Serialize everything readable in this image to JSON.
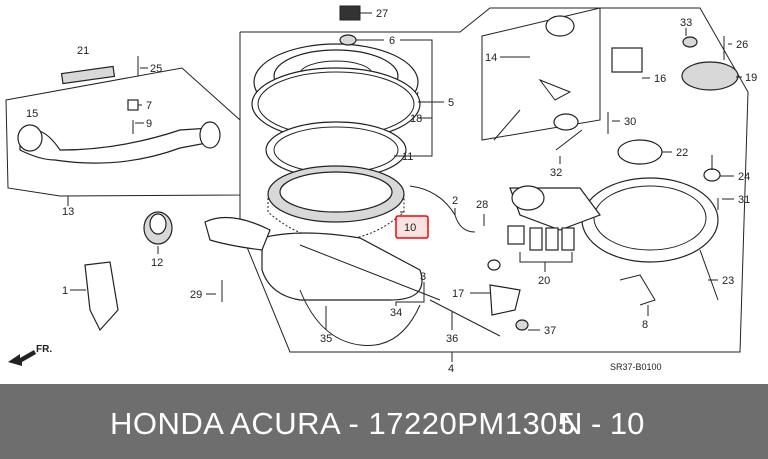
{
  "footer": {
    "part_text": "HONDA ACURA - 17220PM1305",
    "ref_text": "N - 10",
    "bg_color": "#6e6e6e"
  },
  "diagram": {
    "code": "SR37-B0100",
    "direction_label": "FR.",
    "highlight_color": "#ff0000",
    "callouts": [
      "27",
      "6",
      "5",
      "18",
      "11",
      "10",
      "2",
      "28",
      "21",
      "25",
      "7",
      "9",
      "15",
      "13",
      "12",
      "1",
      "29",
      "3",
      "34",
      "35",
      "36",
      "4",
      "17",
      "37",
      "20",
      "14",
      "16",
      "30",
      "32",
      "33",
      "26",
      "19",
      "24",
      "31",
      "23",
      "8",
      "22"
    ]
  }
}
